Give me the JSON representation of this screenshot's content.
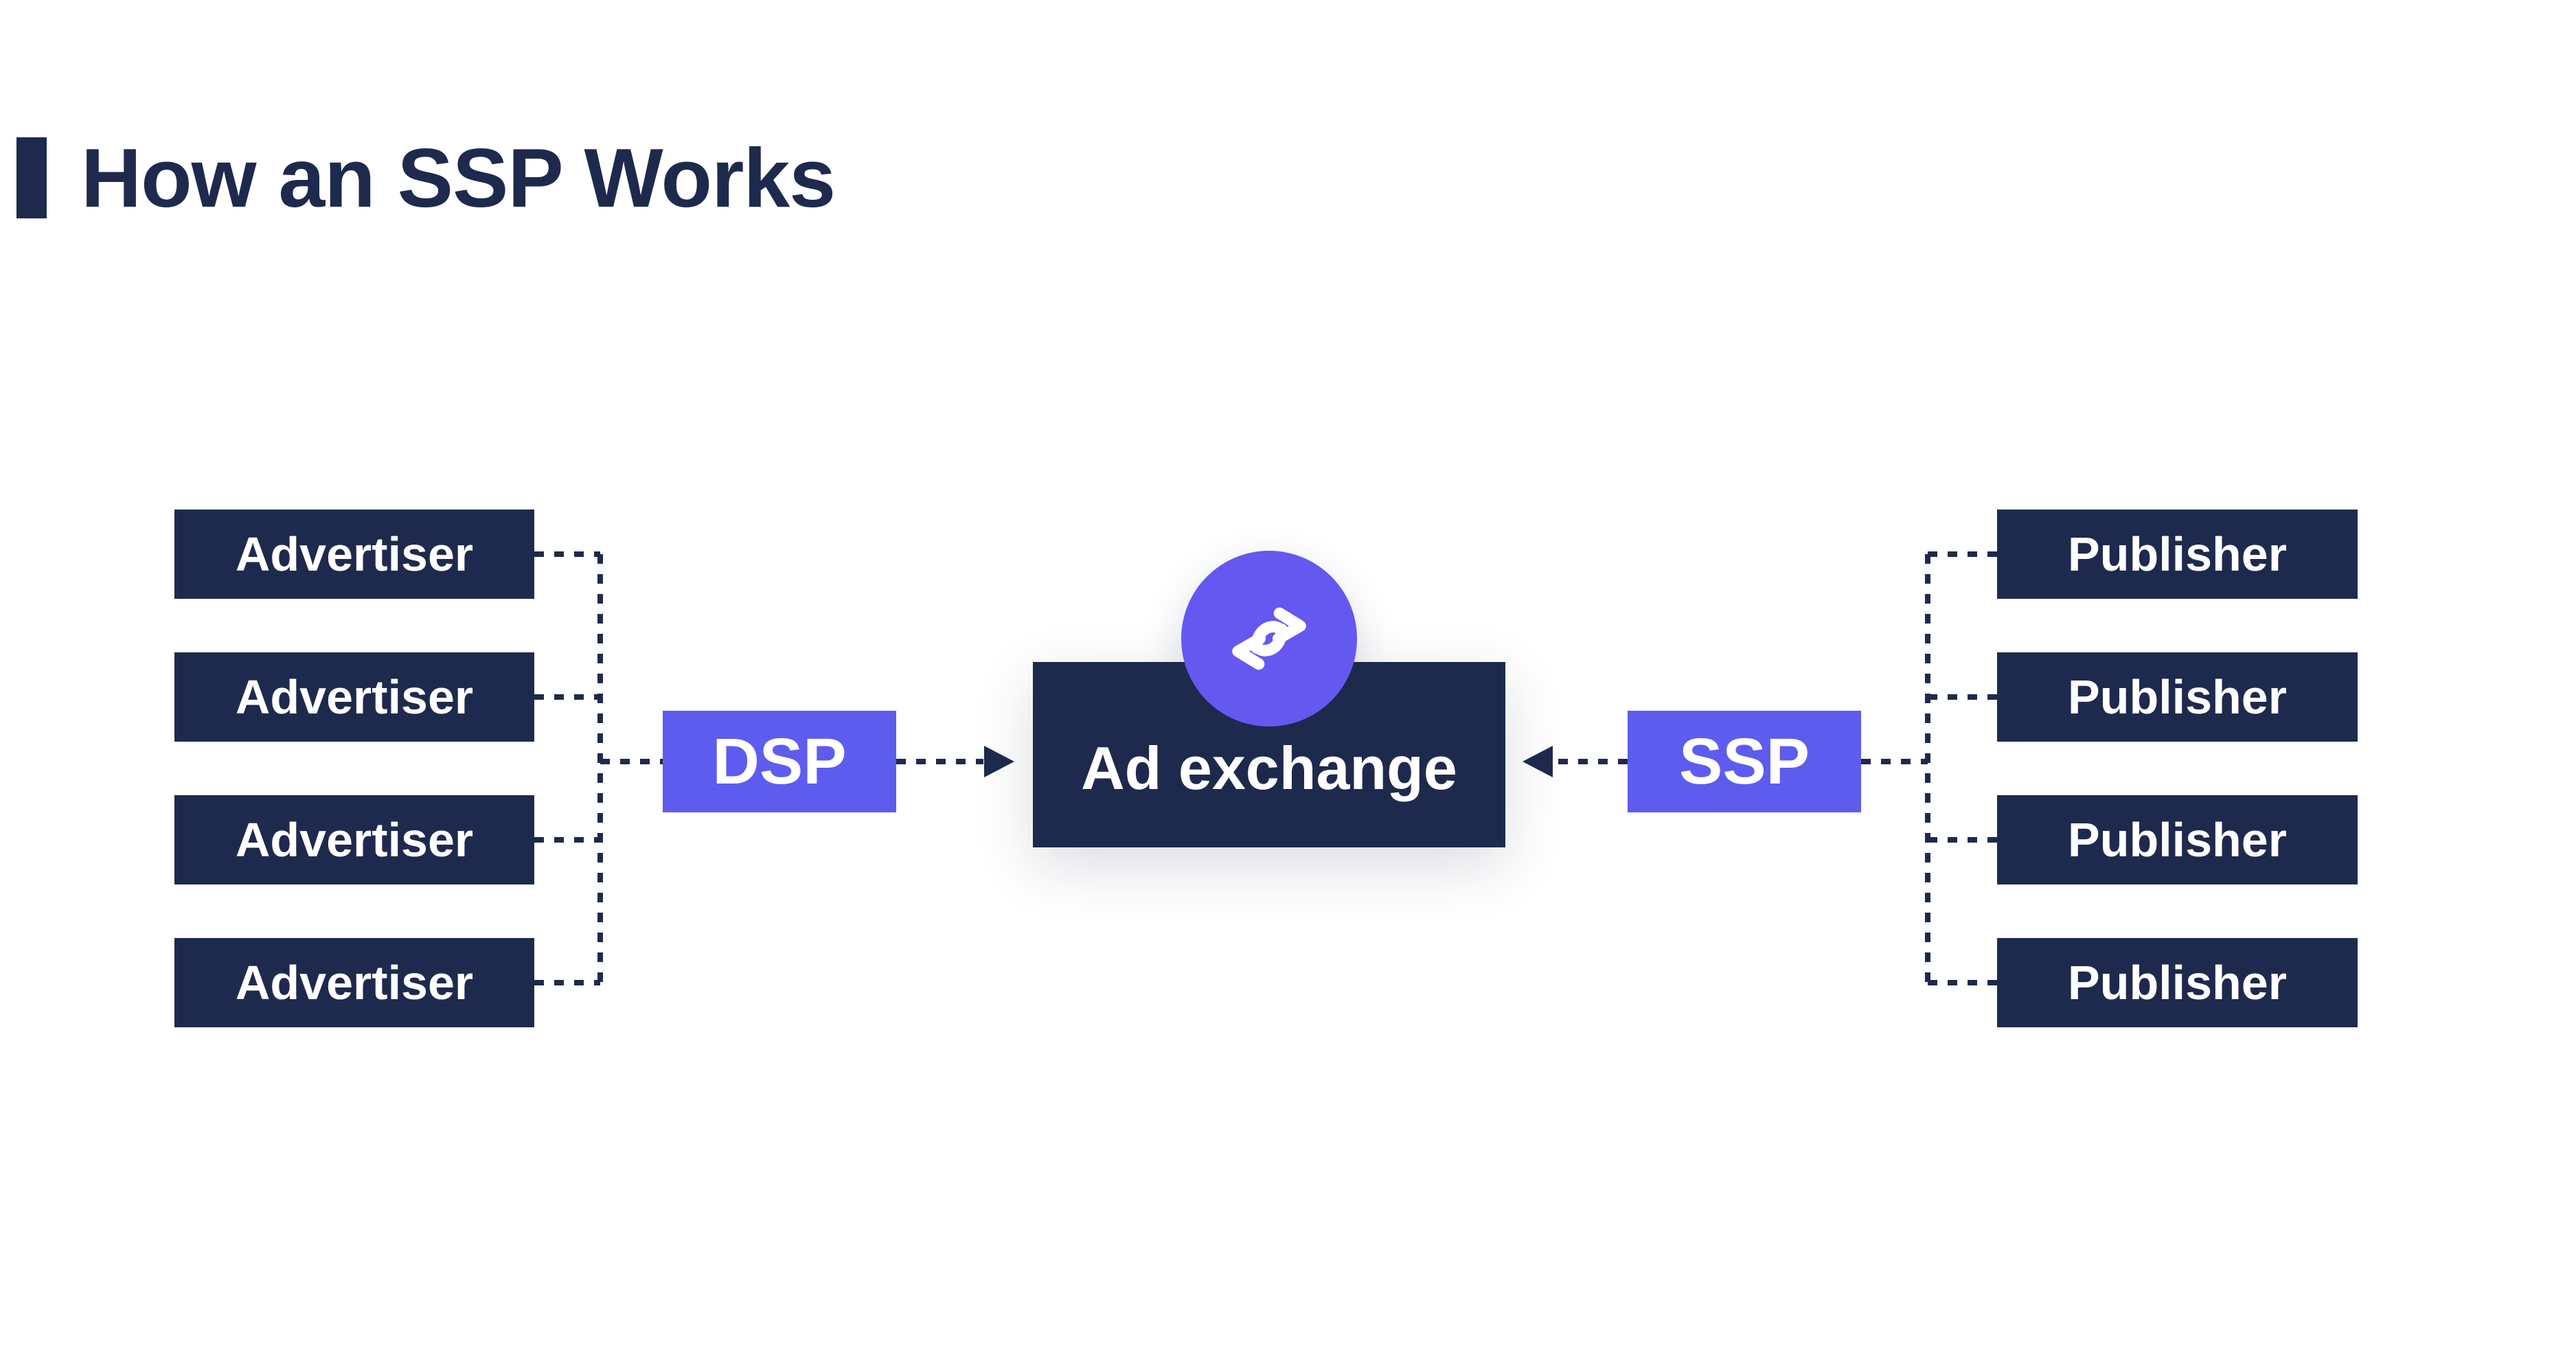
{
  "header": {
    "title": "How an SSP Works"
  },
  "colors": {
    "navy": "#1e2a4d",
    "purple": "#5e5cee",
    "circle_purple": "#6458f0",
    "text_on_dark": "#ffffff"
  },
  "diagram": {
    "advertisers": [
      "Advertiser",
      "Advertiser",
      "Advertiser",
      "Advertiser"
    ],
    "dsp_label": "DSP",
    "exchange_label": "Ad exchange",
    "ssp_label": "SSP",
    "publishers": [
      "Publisher",
      "Publisher",
      "Publisher",
      "Publisher"
    ],
    "exchange_icon": "swap-arrows-icon"
  }
}
